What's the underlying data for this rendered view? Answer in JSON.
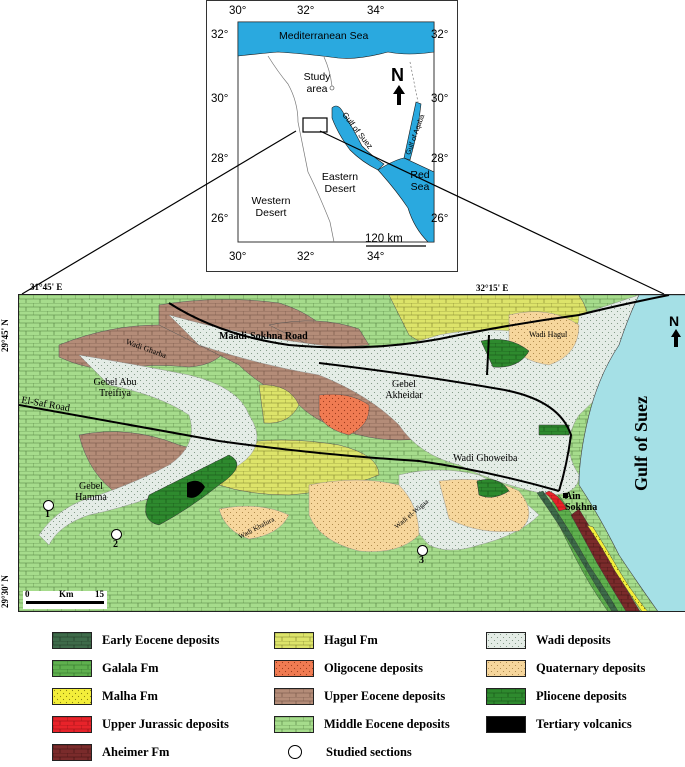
{
  "inset": {
    "top_ticks": [
      "30°",
      "32°",
      "34°"
    ],
    "bottom_ticks": [
      "30°",
      "32°",
      "34°"
    ],
    "left_ticks": [
      "32°",
      "30°",
      "28°",
      "26°"
    ],
    "right_ticks": [
      "32°",
      "30°",
      "28°",
      "26°"
    ],
    "sea_label": "Mediterranean Sea",
    "study_area": "Study area",
    "gulf_suez_label": "Gulf of Suez",
    "gulf_aqaba_label": "Gulf of Aqaba",
    "red_sea_label": "Red Sea",
    "eastern_desert": "Eastern Desert",
    "western_desert": "Western Desert",
    "north": "N",
    "scale": "120 km"
  },
  "main_map": {
    "coord_top_left": "31°45' E",
    "coord_top_right": "32°15' E",
    "coord_left_mid": "29°45' N",
    "coord_left_bottom": "29°30' N",
    "north": "N",
    "gulf_label": "Gulf of Suez",
    "labels": {
      "maadi_sokhna_road": "Maadi-Sokhna Road",
      "wadi_gharba": "Wadi Gharba",
      "wadi_hagul": "Wadi Hagul",
      "gebel_abu_treifiya": "Gebel Abu Treifiya",
      "gebel_akheidar": "Gebel Akheidar",
      "el_saf_road": "El-Saf Road",
      "wadi_ghoweiba": "Wadi Ghoweiba",
      "gebel_hamma": "Gebel Hamma",
      "wadi_khafura": "Wadi Khafura",
      "wadi_el_wigaa": "Wadi el-Wigaa",
      "ain_sokhna": "Ain Sokhna"
    },
    "sections": [
      "1",
      "2",
      "3"
    ],
    "scale_km": "Km",
    "scale_0": "0",
    "scale_15": "15"
  },
  "legend": [
    {
      "label": "Early Eocene deposits",
      "color": "#3e6b4a",
      "pattern": "brick-dark"
    },
    {
      "label": "Galala Fm",
      "color": "#5fb04e",
      "pattern": "brick"
    },
    {
      "label": "Malha Fm",
      "color": "#f3ee3a",
      "pattern": "dots"
    },
    {
      "label": "Upper Jurassic deposits",
      "color": "#e8232a",
      "pattern": "brick"
    },
    {
      "label": "Aheimer Fm",
      "color": "#7a2b2b",
      "pattern": "brick"
    },
    {
      "label": "Hagul Fm",
      "color": "#dde46a",
      "pattern": "brick"
    },
    {
      "label": "Oligocene deposits",
      "color": "#f07b52",
      "pattern": "dots"
    },
    {
      "label": "Upper Eocene deposits",
      "color": "#b48c78",
      "pattern": "brick"
    },
    {
      "label": "Middle Eocene deposits",
      "color": "#a6dc8c",
      "pattern": "brick"
    },
    {
      "label": "Studied sections",
      "color": "#ffffff",
      "pattern": "circle"
    },
    {
      "label": "Wadi deposits",
      "color": "#e4ece6",
      "pattern": "dots"
    },
    {
      "label": "Quaternary deposits",
      "color": "#f6d69c",
      "pattern": "dots"
    },
    {
      "label": "Pliocene deposits",
      "color": "#2e8a2e",
      "pattern": "brick"
    },
    {
      "label": "Tertiary volcanics",
      "color": "#000000",
      "pattern": "solid"
    }
  ]
}
